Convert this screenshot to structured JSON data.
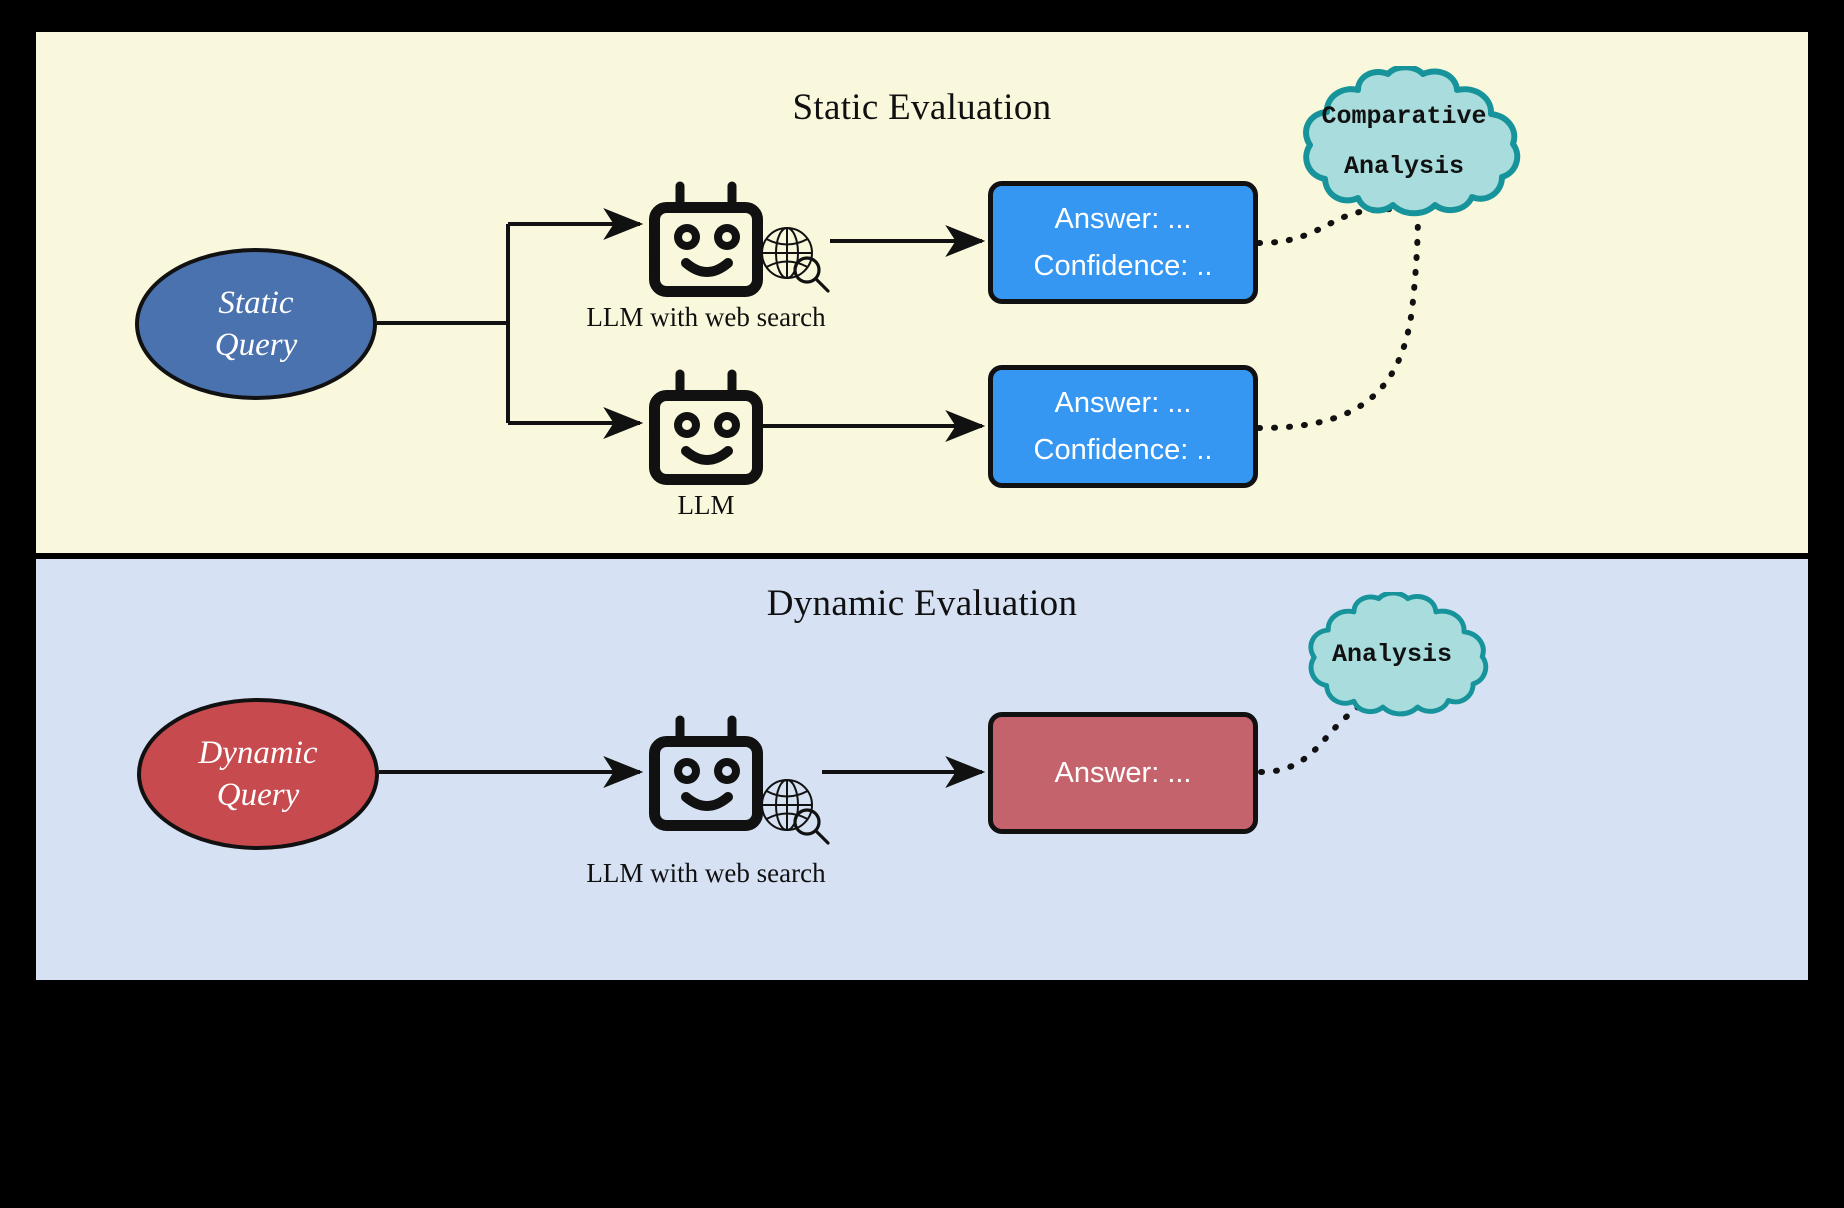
{
  "figure": {
    "background_color": "#000000",
    "panels": [
      {
        "id": "static",
        "title": "Static Evaluation",
        "background_color": "#FAF8DC"
      },
      {
        "id": "dynamic",
        "title": "Dynamic Evaluation",
        "background_color": "#D6E2F4"
      }
    ]
  },
  "static_panel": {
    "title": "Static Evaluation",
    "query_node": {
      "line1": "Static",
      "line2": "Query",
      "fill": "#4A72AE",
      "text_color": "#FFFFFF"
    },
    "agents": [
      {
        "name": "llm-with-web-search",
        "caption": "LLM with web search",
        "icons": [
          "robot-icon",
          "globe-search-icon"
        ]
      },
      {
        "name": "llm",
        "caption": "LLM",
        "icons": [
          "robot-icon"
        ]
      }
    ],
    "outputs": [
      {
        "line1": "Answer: ...",
        "line2": "Confidence: ..",
        "fill": "#3697F3",
        "text_color": "#FFFFFF"
      },
      {
        "line1": "Answer: ...",
        "line2": "Confidence: ..",
        "fill": "#3697F3",
        "text_color": "#FFFFFF"
      }
    ],
    "cloud": {
      "line1": "Comparative",
      "line2": "Analysis",
      "fill": "#A9DCDC",
      "stroke": "#17949B",
      "text_color": "#111111"
    }
  },
  "dynamic_panel": {
    "title": "Dynamic Evaluation",
    "query_node": {
      "line1": "Dynamic",
      "line2": "Query",
      "fill": "#C74A4E",
      "text_color": "#FFFFFF"
    },
    "agents": [
      {
        "name": "llm-with-web-search",
        "caption": "LLM with web search",
        "icons": [
          "robot-icon",
          "globe-search-icon"
        ]
      }
    ],
    "outputs": [
      {
        "line1": "Answer: ...",
        "fill": "#C4636C",
        "text_color": "#FFFFFF"
      }
    ],
    "cloud": {
      "line1": "Analysis",
      "fill": "#A9DCDC",
      "stroke": "#17949B",
      "text_color": "#111111"
    }
  },
  "colors": {
    "outline": "#111111",
    "static_panel_bg": "#FAF8DC",
    "dynamic_panel_bg": "#D6E2F4",
    "blue_box": "#3697F3",
    "red_box": "#C4636C",
    "blue_ellipse": "#4A72AE",
    "red_ellipse": "#C74A4E",
    "cloud_fill": "#A9DCDC",
    "cloud_stroke": "#17949B",
    "frame": "#000000"
  }
}
